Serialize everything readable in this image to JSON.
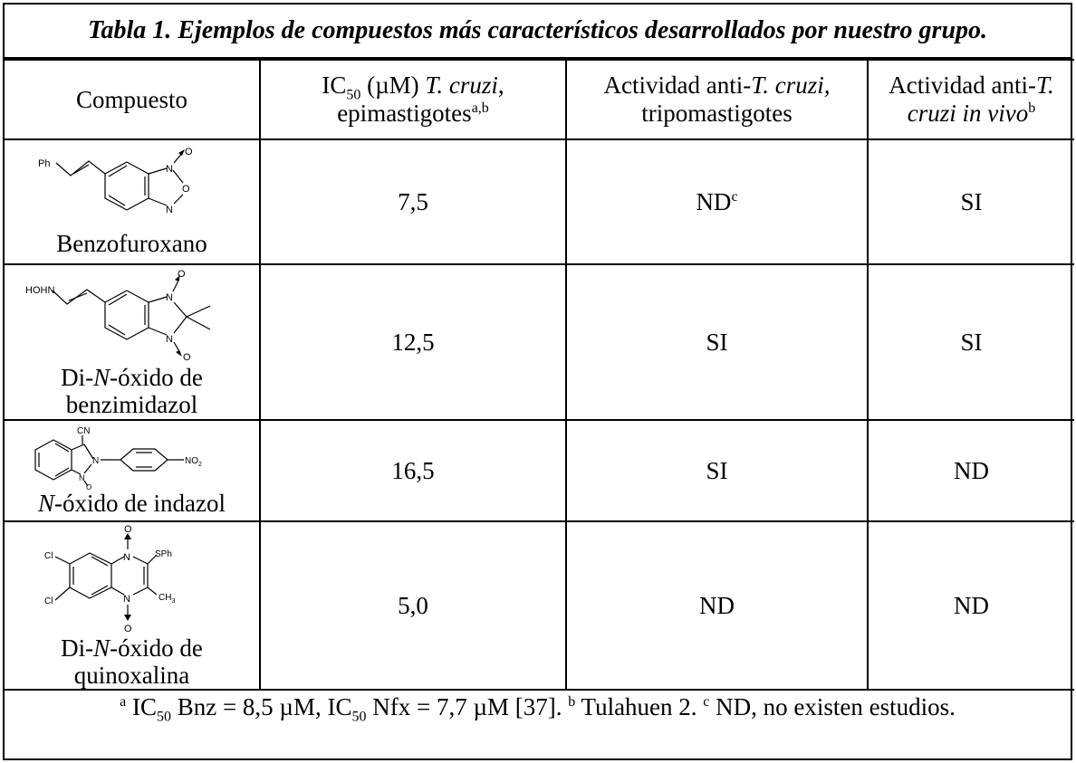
{
  "title": "Tabla 1. Ejemplos de compuestos más característicos desarrollados por nuestro grupo.",
  "header": {
    "col1": "Compuesto",
    "col2_a": "IC",
    "col2_sub": "50",
    "col2_b": " (µM) ",
    "col2_c": "T. cruzi",
    "col2_d": ",",
    "col2_line2": "epimastigotes",
    "col2_sup": "a,b",
    "col3_a": "Actividad anti-",
    "col3_b": "T. cruzi,",
    "col3_line2": "tripomastigotes",
    "col4_a": "Actividad anti-",
    "col4_b": "T.",
    "col4_line2": "cruzi in vivo",
    "col4_sup": "b"
  },
  "rows": [
    {
      "name_a": "Benzofuroxano",
      "name_b": "",
      "name_c": "",
      "ic50": "7,5",
      "tripo": "ND",
      "tripo_sup": "c",
      "invivo": "SI",
      "struct": {
        "s1": "Ph",
        "s2": "N",
        "s3": "O",
        "s4": "N",
        "s5": "O"
      }
    },
    {
      "name_a": "Di-",
      "name_b": "N",
      "name_c": "-óxido de",
      "name_d": "benzimidazol",
      "ic50": "12,5",
      "tripo": "SI",
      "invivo": "SI",
      "struct": {
        "s1": "HOHN",
        "s2": "N",
        "s3": "O",
        "s4": "N",
        "s5": "O"
      }
    },
    {
      "name_a": "",
      "name_b": "N",
      "name_c": "-óxido de indazol",
      "ic50": "16,5",
      "tripo": "SI",
      "invivo": "ND",
      "struct": {
        "s1": "CN",
        "s2": "N",
        "s3": "N",
        "s4": "NO",
        "s4sub": "2",
        "s5": "O"
      }
    },
    {
      "name_a": "Di-",
      "name_b": "N",
      "name_c": "-óxido de",
      "name_d": "quinoxalina",
      "ic50": "5,0",
      "tripo": "ND",
      "invivo": "ND",
      "struct": {
        "s1": "O",
        "s2": "N",
        "s3": "SPh",
        "s4": "Cl",
        "s5": "Cl",
        "s6": "N",
        "s7": "CH",
        "s7sub": "3",
        "s8": "O"
      }
    }
  ],
  "footnote": {
    "a_mark": "a",
    "p1": " IC",
    "p1sub": "50",
    "p2": " Bnz = 8,5 µM, IC",
    "p2sub": "50",
    "p3": " Nfx = 7,7 µM [37]. ",
    "b_mark": "b",
    "p4": " Tulahuen 2. ",
    "c_mark": "c",
    "p5": " ND, no existen estudios."
  }
}
